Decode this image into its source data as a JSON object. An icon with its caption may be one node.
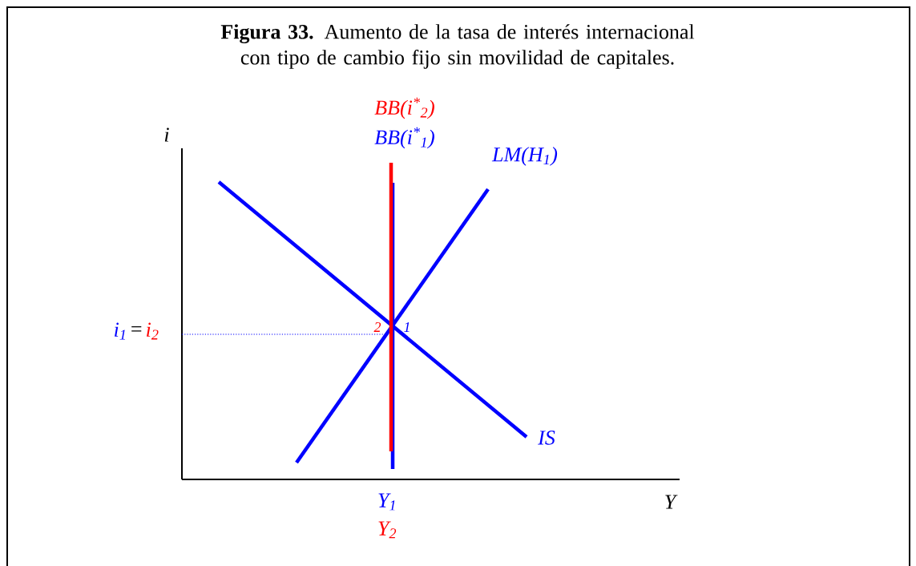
{
  "diagram": {
    "title": "**Figura  33.** Aumento de la tasa de interés internacional con tipo de cambio fijo sin movilidad de capitales.",
    "labels": [
      "i",
      "BB(i$^{*}$$_{2}$)",
      "BB(i$^{*}$$_{1}$)",
      "LM(H$_{1}$)",
      "i$_{1}$",
      "=",
      "i$_{2}$",
      "2",
      "1",
      "IS",
      "Y$_{1}$",
      "Y$_{2}$",
      "Y"
    ]
  }
}
